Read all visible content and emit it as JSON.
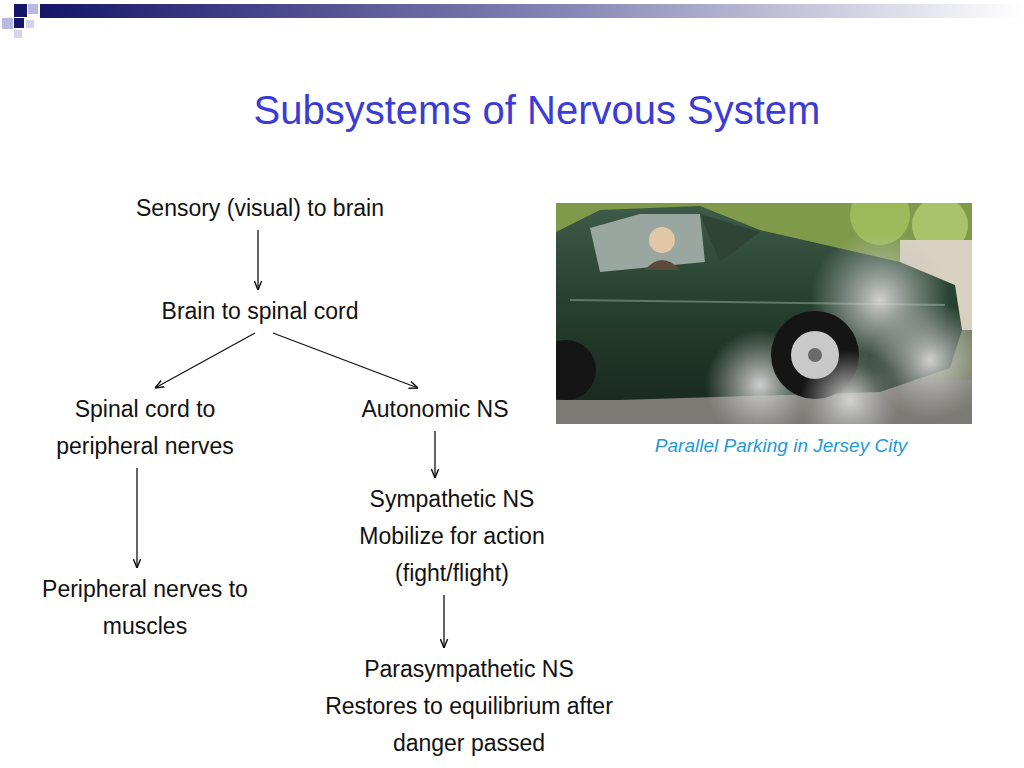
{
  "diagram": {
    "title": "Subsystems of Nervous System",
    "caption": "Parallel Parking in Jersey City",
    "nodes": [
      {
        "text": [
          "Sensory (visual) to brain"
        ]
      },
      {
        "text": [
          "Brain to spinal cord"
        ]
      },
      {
        "text": [
          "Spinal cord to peripheral nerves"
        ]
      },
      {
        "text": [
          "Autonomic NS"
        ]
      },
      {
        "text": [
          "Peripheral nerves to muscles"
        ]
      },
      {
        "text": [
          "Sympathetic NS",
          "Mobilize for action (fight/flight)"
        ]
      },
      {
        "text": [
          "Parasympathetic NS",
          "Restores to equilibrium after danger passed"
        ]
      }
    ],
    "edges": [
      {
        "from": 0,
        "to": 1,
        "arrow": "to"
      },
      {
        "from": 1,
        "to": 2,
        "arrow": "to"
      },
      {
        "from": 1,
        "to": 3,
        "arrow": "to"
      },
      {
        "from": 2,
        "to": 4,
        "arrow": "to"
      },
      {
        "from": 3,
        "to": 5,
        "arrow": "to"
      },
      {
        "from": 5,
        "to": 6,
        "arrow": "to"
      }
    ]
  }
}
